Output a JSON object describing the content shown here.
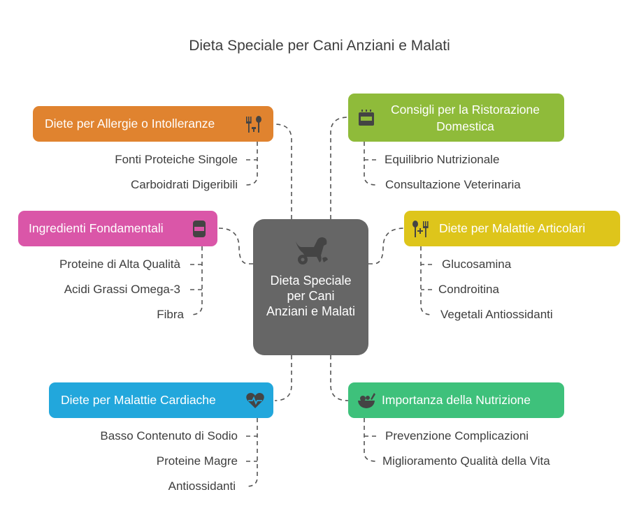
{
  "title": "Dieta Speciale per Cani Anziani e Malati",
  "center": {
    "label": "Dieta Speciale per Cani Anziani e Malati",
    "icon": "dog-wheelchair-icon"
  },
  "branches": {
    "allergie": {
      "label": "Diete per Allergie o Intolleranze",
      "color": "#E0832F",
      "icon": "fork-spoon-icon",
      "items": [
        "Fonti Proteiche Singole",
        "Carboidrati Digeribili"
      ]
    },
    "ristorazione": {
      "label": "Consigli per la Ristorazione Domestica",
      "color": "#8FBB3A",
      "icon": "stove-icon",
      "items": [
        "Equilibrio Nutrizionale",
        "Consultazione Veterinaria"
      ]
    },
    "ingredienti": {
      "label": "Ingredienti Fondamentali",
      "color": "#DA56A8",
      "icon": "can-icon",
      "items": [
        "Proteine di Alta Qualità",
        "Acidi Grassi Omega-3",
        "Fibra"
      ]
    },
    "articolari": {
      "label": "Diete per Malattie Articolari",
      "color": "#DEC51B",
      "icon": "spoon-fork-icon",
      "items": [
        "Glucosamina",
        "Condroitina",
        "Vegetali Antiossidanti"
      ]
    },
    "cardiache": {
      "label": "Diete per Malattie Cardiache",
      "color": "#22A7DC",
      "icon": "heart-pulse-icon",
      "items": [
        "Basso Contenuto di Sodio",
        "Proteine Magre",
        "Antiossidanti"
      ]
    },
    "nutrizione": {
      "label": "Importanza della Nutrizione",
      "color": "#3EC17B",
      "icon": "salad-bowl-icon",
      "items": [
        "Prevenzione Complicazioni",
        "Miglioramento Qualità della Vita"
      ]
    }
  }
}
